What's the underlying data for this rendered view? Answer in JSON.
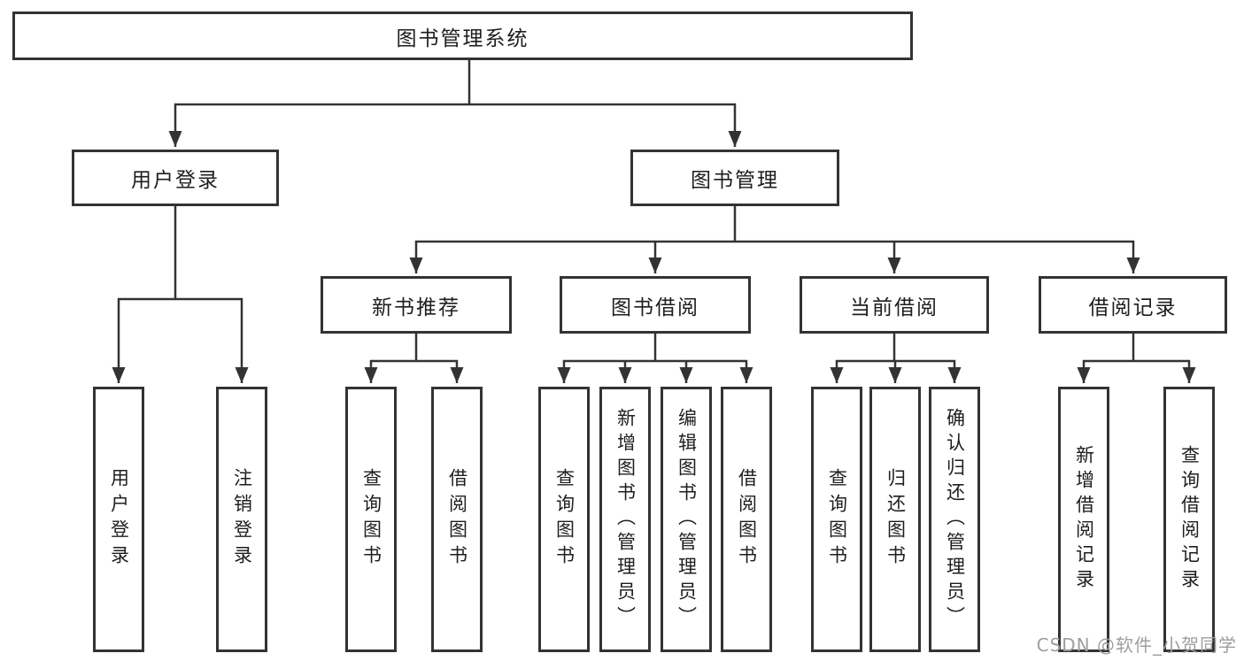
{
  "diagram": {
    "root": {
      "label": "图书管理系统"
    },
    "login": {
      "label": "用户登录",
      "children": [
        {
          "label": "用户登录"
        },
        {
          "label": "注销登录"
        }
      ]
    },
    "manage": {
      "label": "图书管理",
      "groups": [
        {
          "label": "新书推荐",
          "children": [
            {
              "label": "查询图书"
            },
            {
              "label": "借阅图书"
            }
          ]
        },
        {
          "label": "图书借阅",
          "children": [
            {
              "label": "查询图书"
            },
            {
              "label": "新增图书（管理员）"
            },
            {
              "label": "编辑图书（管理员）"
            },
            {
              "label": "借阅图书"
            }
          ]
        },
        {
          "label": "当前借阅",
          "children": [
            {
              "label": "查询图书"
            },
            {
              "label": "归还图书"
            },
            {
              "label": "确认归还（管理员）"
            }
          ]
        },
        {
          "label": "借阅记录",
          "children": [
            {
              "label": "新增借阅记录"
            },
            {
              "label": "查询借阅记录"
            }
          ]
        }
      ]
    },
    "watermark": "CSDN @软件_小贺同学",
    "colors": {
      "line": "#333333",
      "text": "#1e1e1e",
      "watermark": "#9e9e9e",
      "background": "#ffffff"
    }
  }
}
